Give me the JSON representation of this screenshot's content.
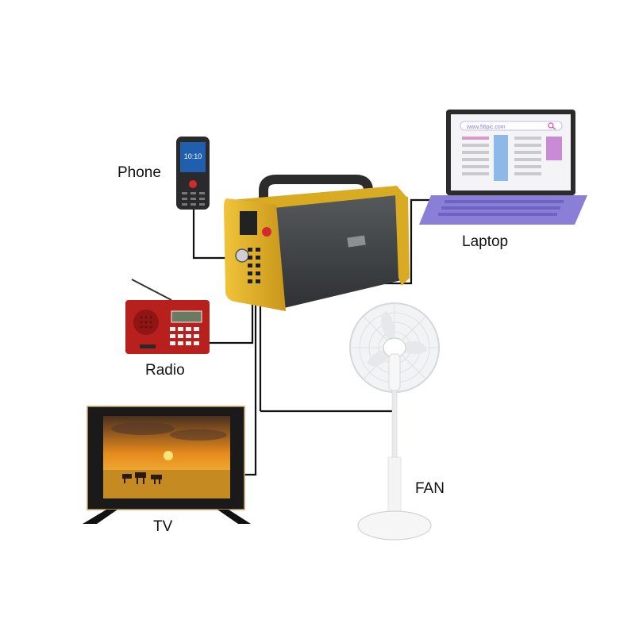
{
  "labels": {
    "phone": "Phone",
    "laptop": "Laptop",
    "radio": "Radio",
    "tv": "TV",
    "fan": "FAN"
  },
  "phone_screen_time": "10:10",
  "laptop_screen": {
    "url": "www.56pic.com"
  },
  "colors": {
    "station_body": "#e2b52a",
    "station_panel": "#3f4244",
    "radio_body": "#b8201e",
    "laptop_body": "#8a7fd6",
    "wire": "#111111"
  },
  "icons": [
    "search-icon"
  ]
}
